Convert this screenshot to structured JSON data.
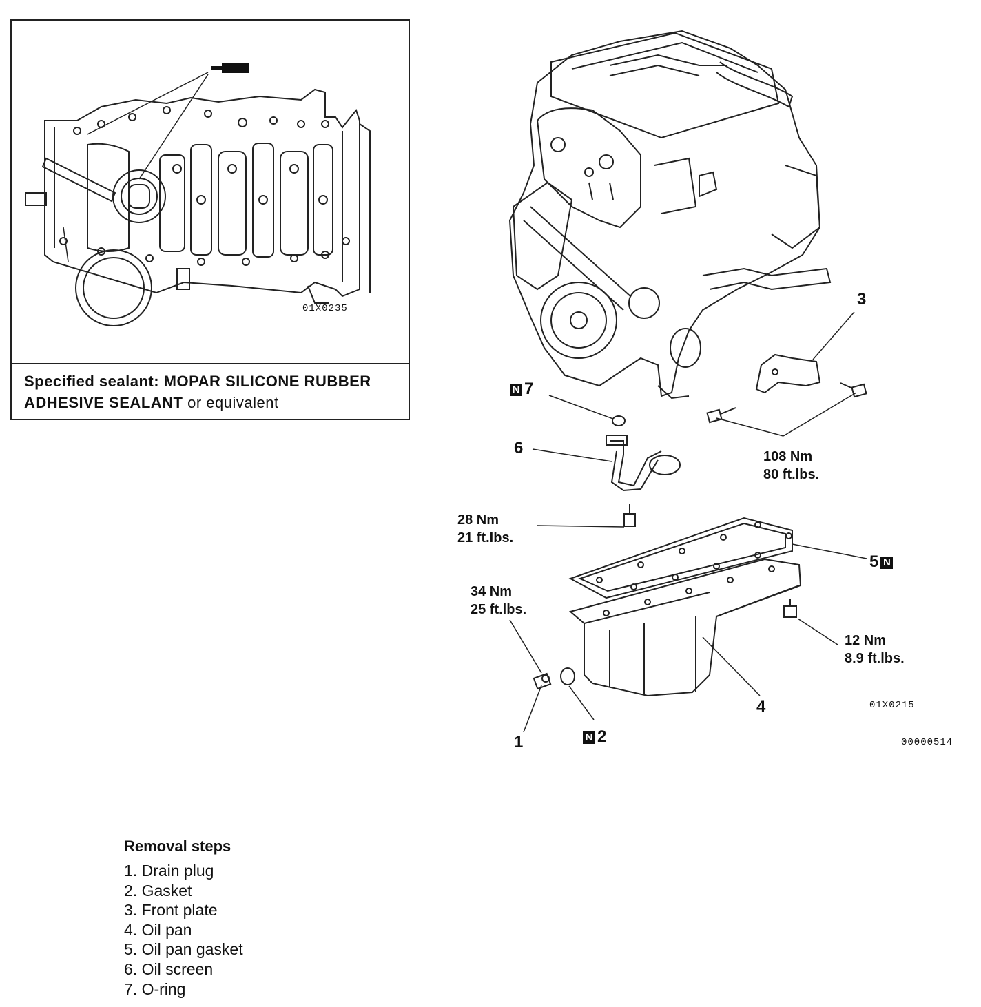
{
  "inset": {
    "sealant_bold": "Specified sealant: MOPAR SILICONE RUBBER ADHESIVE SEALANT",
    "sealant_rest": "or equivalent",
    "figure_code": "01X0235"
  },
  "diagram": {
    "figure_code": "01X0215",
    "document_code": "00000514",
    "callouts": [
      "1",
      "2",
      "3",
      "4",
      "5",
      "6",
      "7"
    ],
    "new_part_marker": "N",
    "torques": {
      "front_plate": [
        "108 Nm",
        "80 ft.lbs."
      ],
      "oil_screen": [
        "28 Nm",
        "21 ft.lbs."
      ],
      "drain_plug": [
        "34 Nm",
        "25 ft.lbs."
      ],
      "oil_pan": [
        "12 Nm",
        "8.9 ft.lbs."
      ]
    }
  },
  "removal": {
    "title": "Removal steps",
    "steps": [
      "1. Drain plug",
      "2. Gasket",
      "3. Front plate",
      "4. Oil pan",
      "5. Oil pan gasket",
      "6. Oil screen",
      "7. O-ring"
    ]
  }
}
